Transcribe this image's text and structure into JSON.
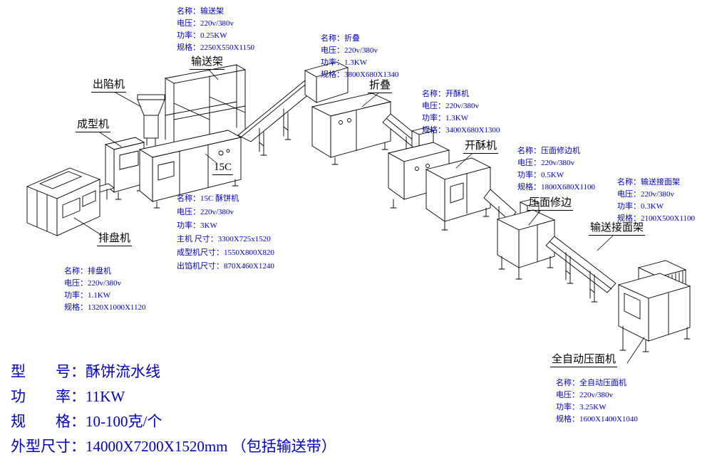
{
  "colors": {
    "spec_text": "#0000cc",
    "footer_text": "#0000cc",
    "line_art": "#000000",
    "background": "#ffffff"
  },
  "machine_labels": [
    {
      "id": "chuxianji",
      "text": "出陷机"
    },
    {
      "id": "chengxingji",
      "text": "成型机"
    },
    {
      "id": "shusongjia",
      "text": "输送架"
    },
    {
      "id": "15c",
      "text": "15C"
    },
    {
      "id": "zhedie",
      "text": "折叠"
    },
    {
      "id": "kaisuji",
      "text": "开酥机"
    },
    {
      "id": "yamianxiubian",
      "text": "压面修边"
    },
    {
      "id": "shusongjiemianjia",
      "text": "输送接面架"
    },
    {
      "id": "paipanji",
      "text": "排盘机"
    },
    {
      "id": "quanzidongyamianji",
      "text": "全自动压面机"
    }
  ],
  "spec_blocks": [
    {
      "id": "shusongjia",
      "lines": [
        "名称：输送架",
        "电压：220v/380v",
        "功率：0.25KW",
        "规格：2250X550X1150"
      ]
    },
    {
      "id": "zhedie",
      "lines": [
        "名称：折叠",
        "电压：220v/380v",
        "功率：1.3KW",
        "规格：3800X680X1340"
      ]
    },
    {
      "id": "kaisuji",
      "lines": [
        "名称：开酥机",
        "电压：220v/380v",
        "功率：1.3KW",
        "规格：3400X680X1300"
      ]
    },
    {
      "id": "yamianxiubianji",
      "lines": [
        "名称：压面修边机",
        "电压：220v/380v",
        "功率：0.5KW",
        "规格：1800X680X1100"
      ]
    },
    {
      "id": "shusongjiemianjia",
      "lines": [
        "名称：输送接面架",
        "电压：220v/380v",
        "功率：0.3KW",
        "规格：2100X500X1100"
      ]
    },
    {
      "id": "15c-subingji",
      "lines": [
        "名称：15C 酥饼机",
        "电压：220v/380v",
        "功率：3KW",
        "主机 尺寸：3300X725x1520",
        "成型机尺寸：1550X800X820",
        "出馅机尺寸：870X460X1240"
      ]
    },
    {
      "id": "paipanji",
      "lines": [
        "名称：排盘机",
        "电压：220v/380v",
        "功率：1.1KW",
        "规格：1320X1000X1120"
      ]
    },
    {
      "id": "quanzidongyamianji",
      "lines": [
        "名称：全自动压面机",
        "电压：220v/380v",
        "功率：3.25KW",
        "规格：1600X1400X1040"
      ]
    }
  ],
  "footer": {
    "rows": [
      "型　　号：酥饼流水线",
      "功　　率：11KW",
      "规　　格：10-100克/个",
      "外型尺寸：14000X7200X1520mm （包括输送带）"
    ]
  }
}
